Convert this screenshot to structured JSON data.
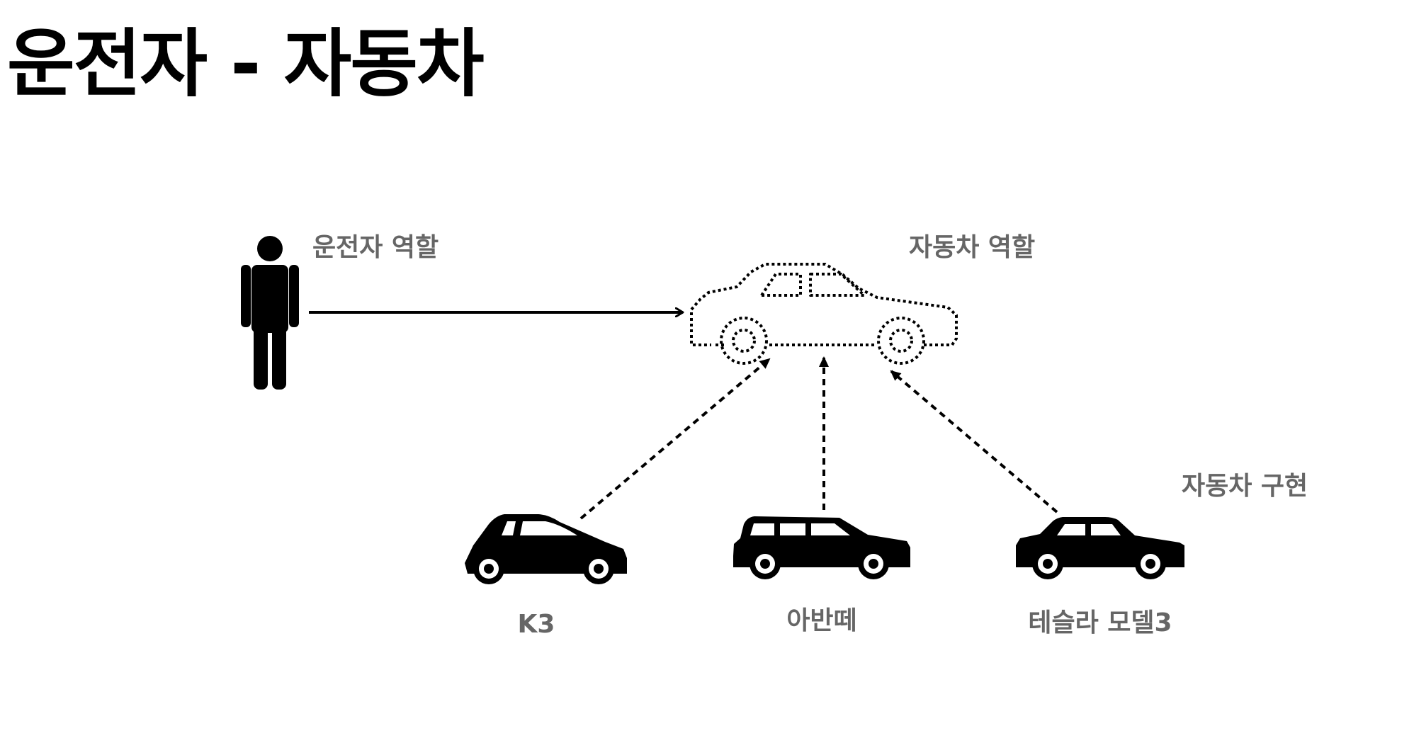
{
  "title": "운전자 - 자동차",
  "labels": {
    "driver_role": "운전자 역할",
    "car_role": "자동차 역할",
    "car_impl": "자동차 구현"
  },
  "implementations": [
    {
      "name": "K3",
      "icon": "hatchback-car-icon"
    },
    {
      "name": "아반떼",
      "icon": "wagon-car-icon"
    },
    {
      "name": "테슬라 모델3",
      "icon": "sedan-car-icon"
    }
  ],
  "icons": {
    "driver": "person-icon",
    "role_car": "dotted-car-outline-icon"
  },
  "colors": {
    "text_primary": "#000000",
    "text_label": "#666666",
    "icon": "#000000"
  }
}
